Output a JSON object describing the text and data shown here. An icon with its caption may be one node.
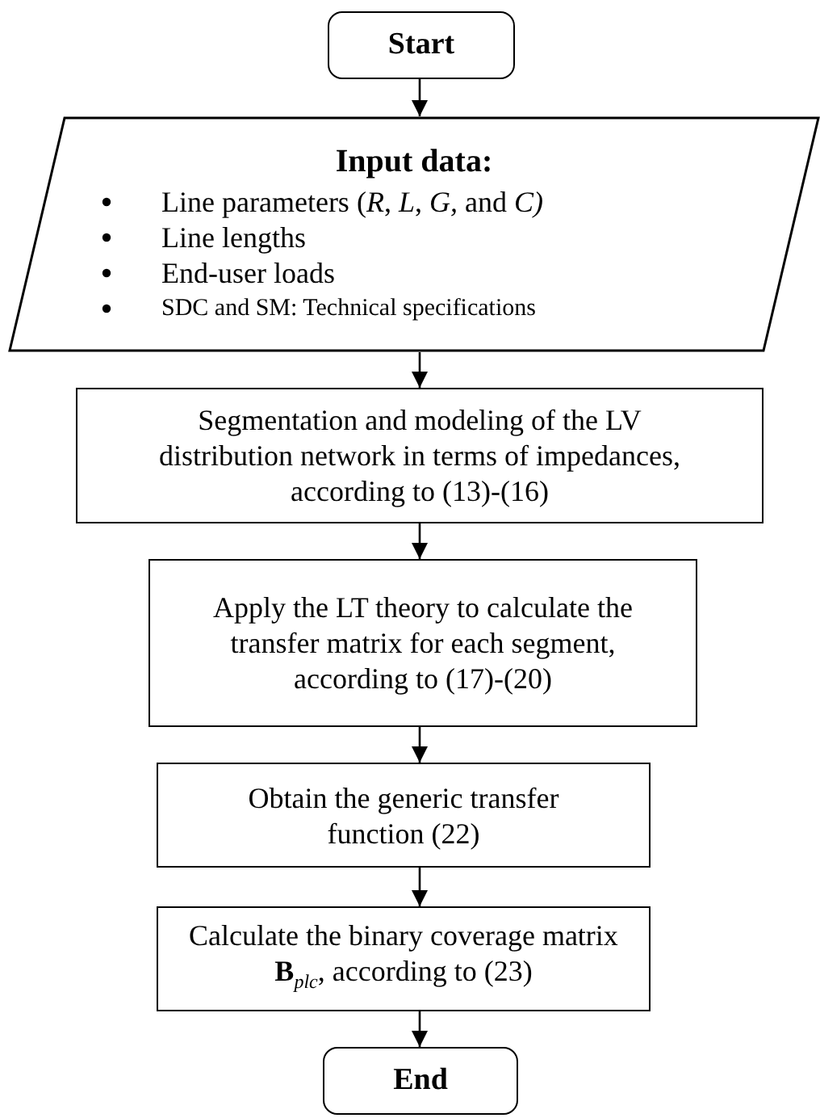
{
  "diagram": {
    "nodes": [
      {
        "text": [
          "Start"
        ]
      },
      {
        "text": [
          "Input data:",
          "Line parameters (*R*, *L*, *G,* and *C)*",
          "Line lengths",
          "End-user loads",
          "SDC and SM: Technical specifications"
        ]
      },
      {
        "text": [
          "Segmentation and modeling of the LV distribution network in terms of impedances, according to (13)-(16)"
        ]
      },
      {
        "text": [
          "Apply the LT theory to calculate the transfer matrix for each segment, according to (17)-(20)"
        ]
      },
      {
        "text": [
          "Obtain the generic transfer function (22)"
        ]
      },
      {
        "text": [
          "Calculate the binary coverage matrix **B**$_{plc}$, according to (23)"
        ]
      },
      {
        "text": [
          "End"
        ]
      }
    ],
    "edges": [
      {
        "from": 0,
        "to": 1,
        "arrow": "to"
      },
      {
        "from": 1,
        "to": 2,
        "arrow": "to"
      },
      {
        "from": 2,
        "to": 3,
        "arrow": "to"
      },
      {
        "from": 3,
        "to": 4,
        "arrow": "to"
      },
      {
        "from": 4,
        "to": 5,
        "arrow": "to"
      },
      {
        "from": 5,
        "to": 6,
        "arrow": "to"
      }
    ]
  }
}
